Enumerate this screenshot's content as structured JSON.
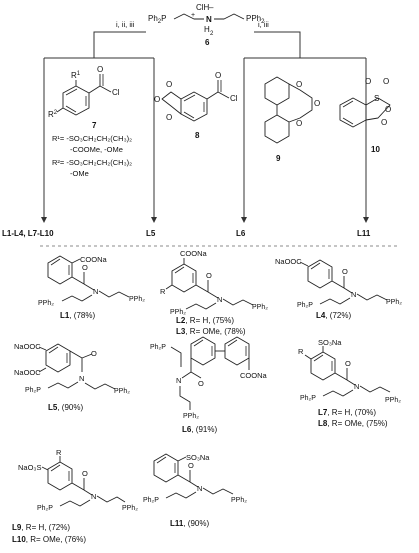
{
  "top": {
    "reagent_label": "6",
    "conditions_left": "i, ii, iii",
    "conditions_right": "i, iii",
    "hcl": "ClH",
    "amine": "N",
    "h2": "H",
    "sub2": "2",
    "ph2p": "Ph",
    "pph2": "PPh"
  },
  "reactants": {
    "r7_label": "7",
    "r7_cl": "Cl",
    "r7_O": "O",
    "r1": "R",
    "r2": "R",
    "sup1": "1",
    "sup2": "2",
    "r1_line1": "R¹= -SO₃CH₂CH₂(CH₃)₂",
    "r1_line2": "-COOMe, -OMe",
    "r2_line1": "R²= -SO₃CH₂CH₂(CH₃)₂",
    "r2_line2": "-OMe",
    "r8_label": "8",
    "r8_cl": "Cl",
    "r9_label": "9",
    "r10_label": "10",
    "O": "O",
    "S": "S"
  },
  "product_groups": {
    "g1": "L1-L4, L7-L10",
    "g2": "L5",
    "g3": "L6",
    "g4": "L11"
  },
  "fragments": {
    "coona": "COONa",
    "so3na": "SO₃Na",
    "naooc": "NaOOC",
    "naso3": "NaO₃S",
    "N": "N",
    "O": "O",
    "R": "R",
    "pph2": "PPh₂",
    "ph2p": "Ph₂P"
  },
  "products": [
    {
      "id": "L1",
      "tail": ", (78%)"
    },
    {
      "id": "L2",
      "tail": ", R= H, (75%)"
    },
    {
      "id": "L3",
      "tail": ", R= OMe, (78%)"
    },
    {
      "id": "L4",
      "tail": ", (72%)"
    },
    {
      "id": "L5",
      "tail": ", (90%)"
    },
    {
      "id": "L6",
      "tail": ", (91%)"
    },
    {
      "id": "L7",
      "tail": ", R= H, (70%)"
    },
    {
      "id": "L8",
      "tail": ", R= OMe, (75%)"
    },
    {
      "id": "L9",
      "tail": ", R= H, (72%)"
    },
    {
      "id": "L10",
      "tail": ", R= OMe, (76%)"
    },
    {
      "id": "L11",
      "tail": ", (90%)"
    }
  ]
}
